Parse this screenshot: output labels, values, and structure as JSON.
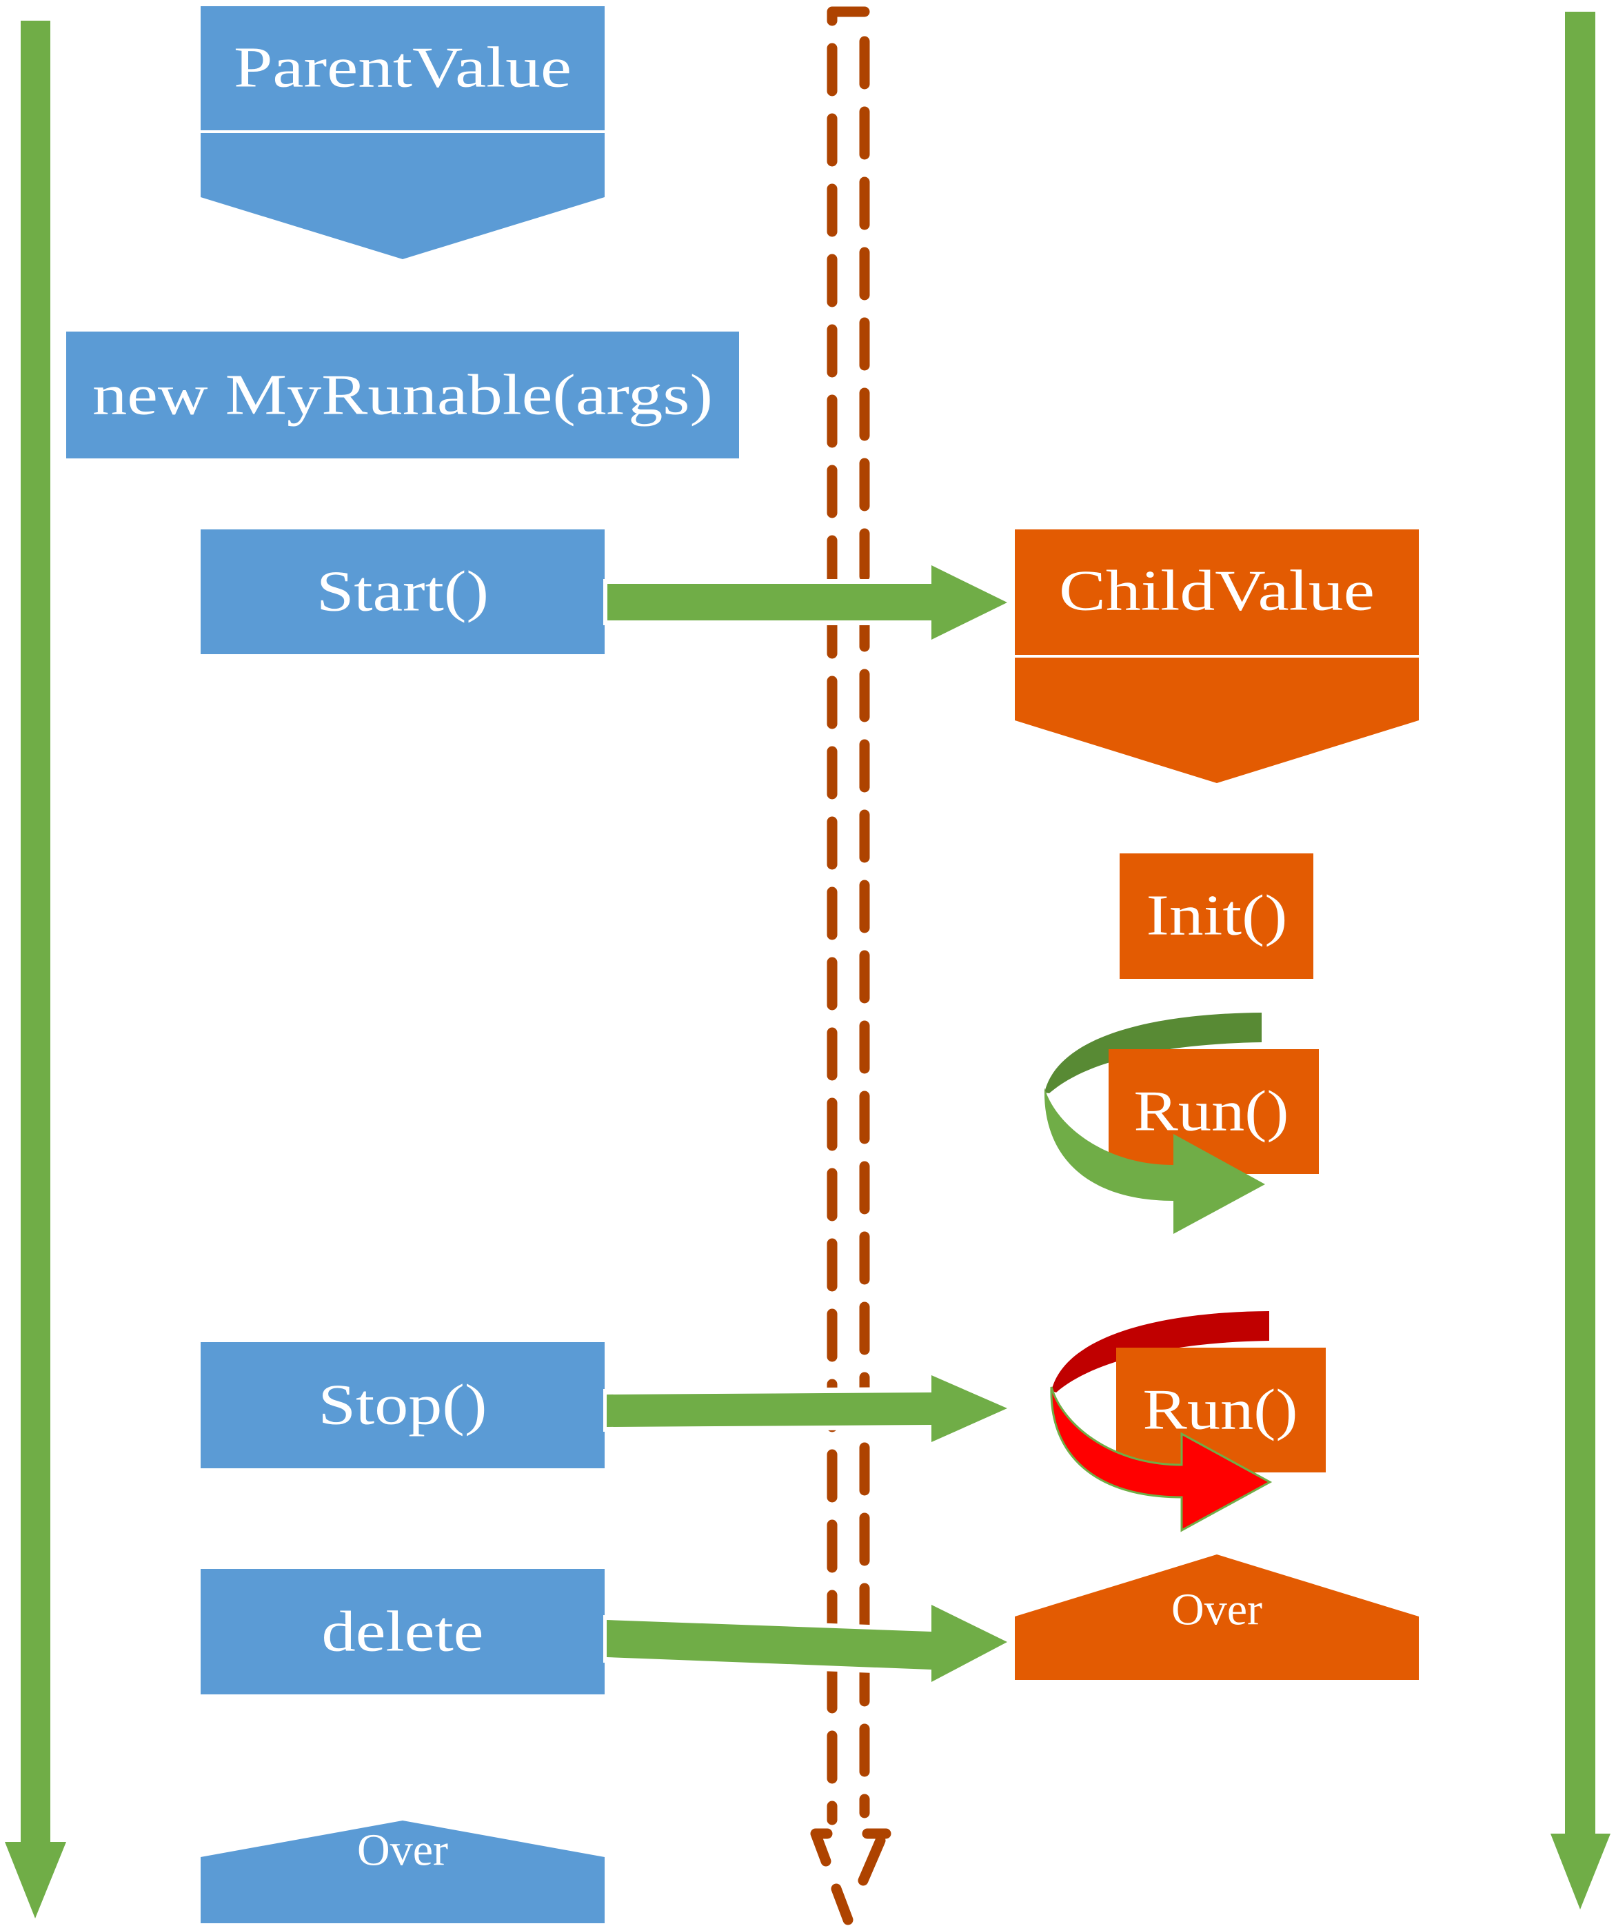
{
  "diagram": {
    "colors": {
      "parent_blue": "#5B9BD5",
      "child_orange": "#E35B02",
      "flow_green": "#70AD47",
      "loop_green_back": "#588A34",
      "stop_red_back": "#C00000",
      "stop_red_front": "#FF0000",
      "thread_divider": "#AE4300"
    },
    "parent_thread": {
      "header": "ParentValue",
      "constructor": "new MyRunable(args)",
      "start": "Start()",
      "stop": "Stop()",
      "delete": "delete",
      "end": "Over"
    },
    "child_thread": {
      "header": "ChildValue",
      "init": "Init()",
      "run_loop": "Run()",
      "run_stopping": "Run()",
      "end": "Over"
    },
    "messages": [
      {
        "from": "Start()",
        "to": "ChildValue"
      },
      {
        "from": "Stop()",
        "to": "Run()"
      },
      {
        "from": "delete",
        "to": "Over"
      }
    ]
  }
}
